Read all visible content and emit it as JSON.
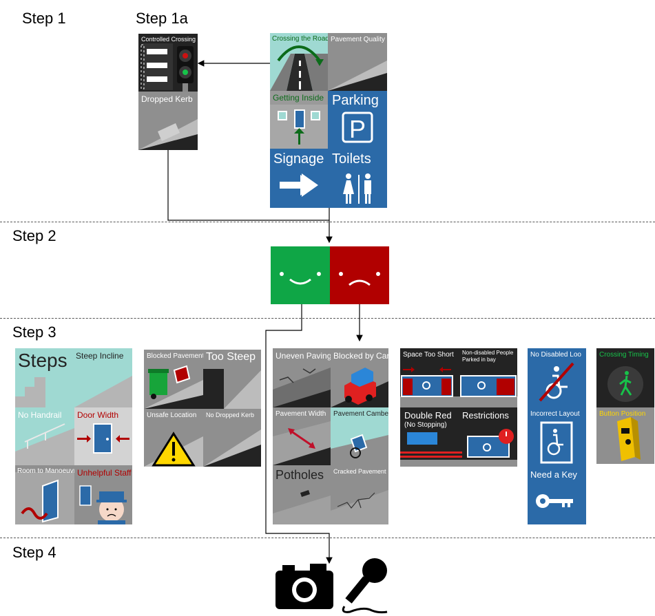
{
  "steps": {
    "s1": "Step 1",
    "s1a": "Step 1a",
    "s2": "Step 2",
    "s3": "Step 3",
    "s4": "Step 4"
  },
  "step1_tiles": {
    "crossing_road": "Crossing the Road",
    "pavement_quality": "Pavement Quality",
    "getting_inside": "Getting Inside",
    "parking": "Parking",
    "signage": "Signage",
    "toilets": "Toilets"
  },
  "step1a_tiles": {
    "controlled_crossing": "Controlled Crossing",
    "dropped_kerb": "Dropped Kerb"
  },
  "step3_getting_inside": {
    "steps": "Steps",
    "steep_incline": "Steep Incline",
    "no_handrail": "No Handrail",
    "door_width": "Door Width",
    "room_to_manoeuvre": "Room to Manoeuvre",
    "unhelpful_staff": "Unhelpful Staff"
  },
  "step3_dropped_kerb": {
    "blocked_pavement": "Blocked Pavement",
    "too_steep": "Too Steep",
    "unsafe_location": "Unsafe Location",
    "no_dropped_kerb": "No Dropped Kerb"
  },
  "step3_pavement": {
    "uneven_paving": "Uneven Paving",
    "blocked_by_car": "Blocked by Car",
    "pavement_width": "Pavement Width",
    "pavement_camber": "Pavement Camber",
    "potholes": "Potholes",
    "cracked_pavement": "Cracked Pavement"
  },
  "step3_parking": {
    "space_too_short": "Space Too Short",
    "non_disabled_1": "Non-disabled People",
    "non_disabled_2": "Parked in bay",
    "double_red": "Double Red",
    "restrictions": "Restrictions",
    "no_stopping": "(No Stopping)"
  },
  "step3_toilets": {
    "no_disabled_loo": "No Disabled Loo",
    "incorrect_layout": "Incorrect Layout",
    "need_a_key": "Need a Key"
  },
  "step3_crossing": {
    "crossing_timing": "Crossing Timing",
    "button_position": "Button Position"
  },
  "colors": {
    "blue": "#2b6aa8",
    "teal": "#9fd9d2",
    "grey": "#8f8f8f",
    "dark": "#232323",
    "green": "#0fa646",
    "red": "#b10000"
  }
}
